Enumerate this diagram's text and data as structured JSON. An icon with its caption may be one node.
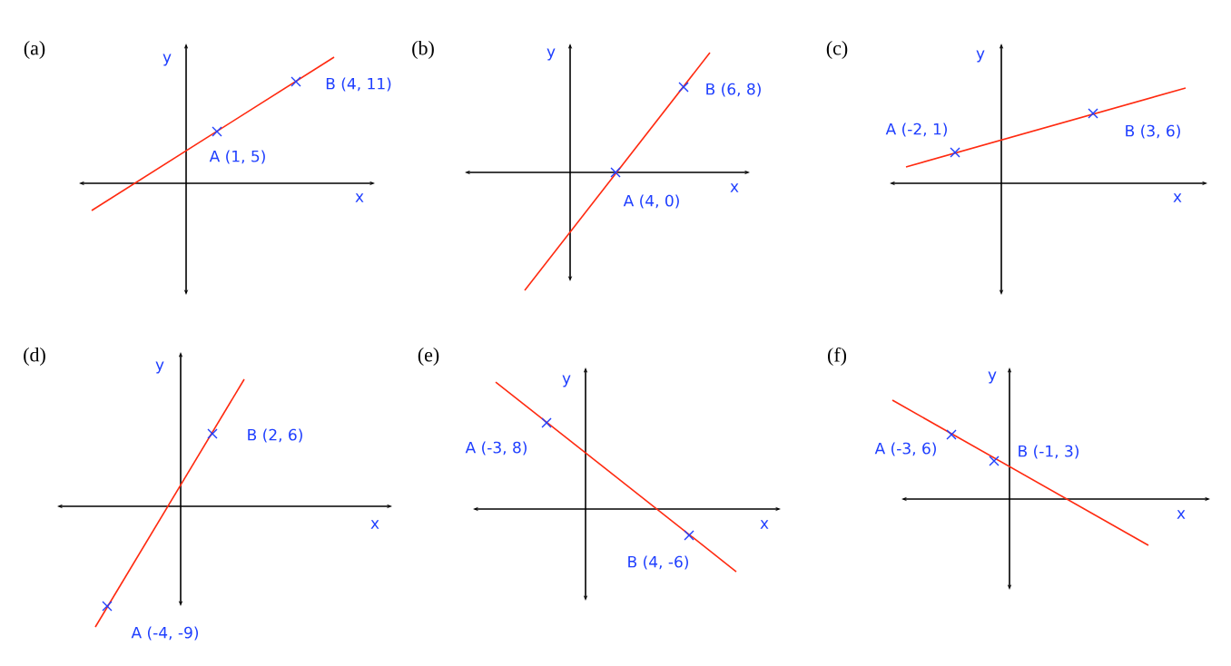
{
  "diagram": {
    "labels": [
      "(a)",
      "y",
      "x",
      "A (1, 5)",
      "B (4, 11)",
      "(b)",
      "y",
      "x",
      "A (4, 0)",
      "B (6, 8)",
      "(c)",
      "y",
      "x",
      "A (-2, 1)",
      "B (3, 6)",
      "(d)",
      "y",
      "x",
      "A (-4, -9)",
      "B (2, 6)",
      "(e)",
      "y",
      "x",
      "A (-3, 8)",
      "B (4, -6)",
      "(f)",
      "y",
      "x",
      "A (-3, 6)",
      "B (-1, 3)"
    ]
  }
}
